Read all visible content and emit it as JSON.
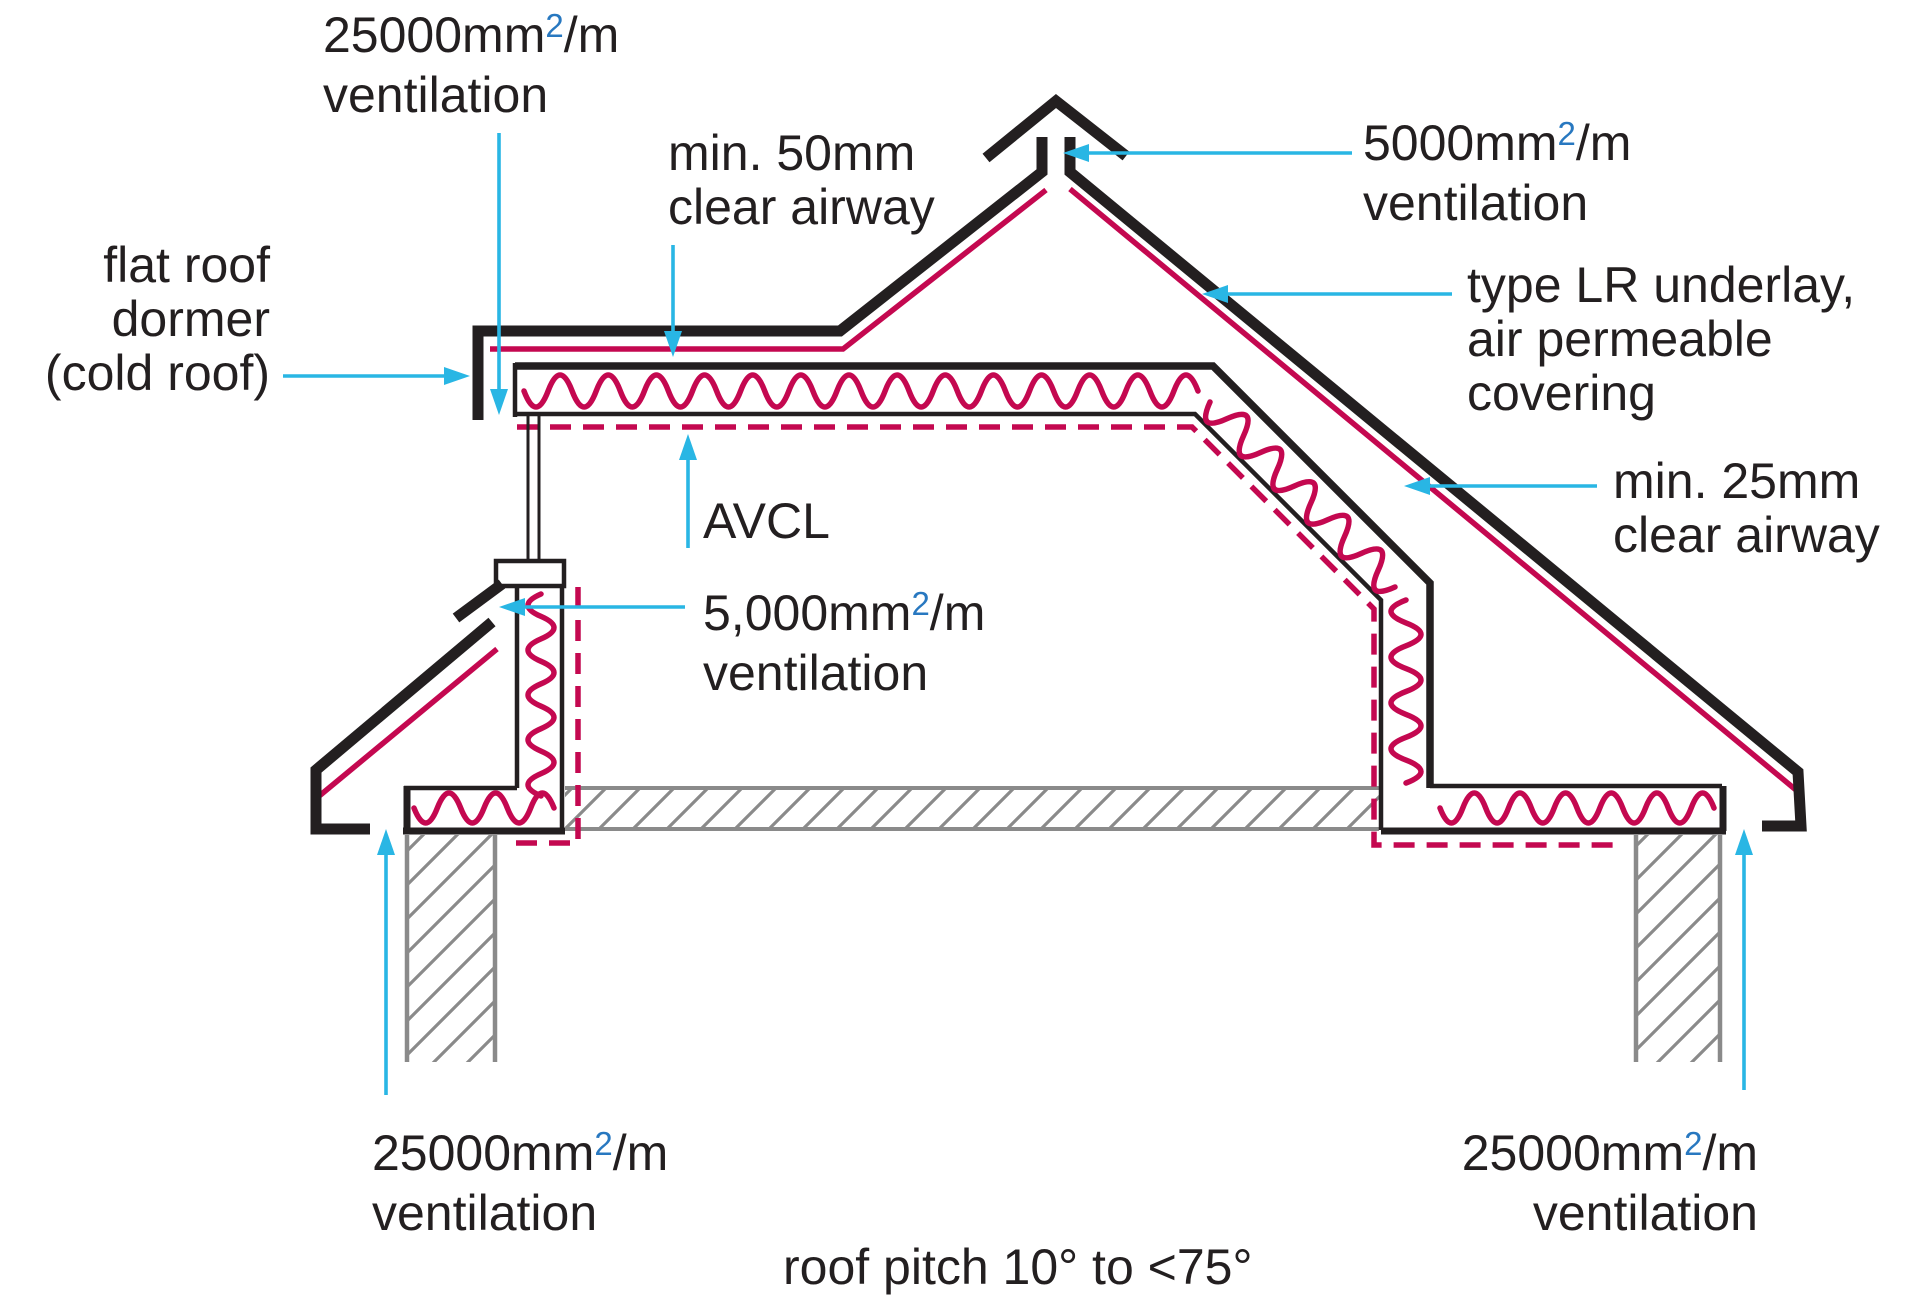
{
  "colors": {
    "line_black": "#231f20",
    "insulation_red": "#c40850",
    "leader_cyan": "#29b6e4",
    "hatch_gray": "#8a8a8a",
    "superscript_blue": "#2878c0",
    "background": "#ffffff"
  },
  "labels": {
    "top_left_vent": {
      "pre": "25000mm",
      "sup": "2",
      "post": "/m",
      "line2": "ventilation"
    },
    "min_50mm": {
      "line1": "min. 50mm",
      "line2": "clear airway"
    },
    "ridge_vent": {
      "pre": "5000mm",
      "sup": "2",
      "post": "/m",
      "line2": "ventilation"
    },
    "underlay": {
      "line1": "type LR underlay,",
      "line2": "air permeable",
      "line3": "covering"
    },
    "min_25mm": {
      "line1": "min. 25mm",
      "line2": "clear airway"
    },
    "dormer": {
      "line1": "flat roof",
      "line2": "dormer",
      "line3": "(cold roof)"
    },
    "avcl": {
      "text": "AVCL"
    },
    "dormer_vent": {
      "pre": "5,000mm",
      "sup": "2",
      "post": "/m",
      "line2": "ventilation"
    },
    "bottom_left_vent": {
      "pre": "25000mm",
      "sup": "2",
      "post": "/m",
      "line2": "ventilation"
    },
    "bottom_right_vent": {
      "pre": "25000mm",
      "sup": "2",
      "post": "/m",
      "line2": "ventilation"
    },
    "roof_pitch": {
      "text": "roof pitch 10° to <75°"
    }
  }
}
